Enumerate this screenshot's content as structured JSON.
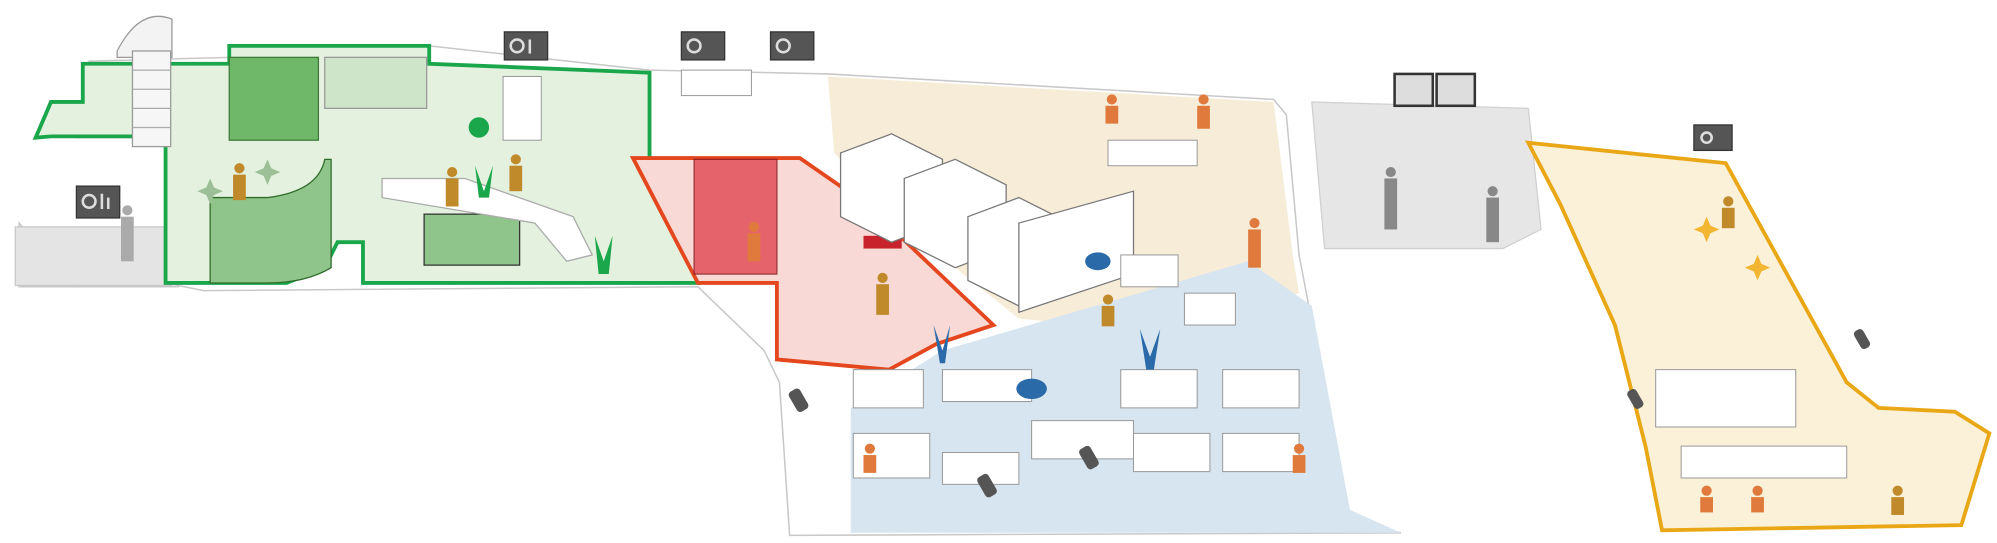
{
  "illustration": {
    "zones": [
      {
        "id": "lounge-zone",
        "color": "#1aa64b",
        "fill": "#e3f1de"
      },
      {
        "id": "presentation-zone",
        "color": "#e4461e",
        "fill": "#f8d9d6"
      },
      {
        "id": "workspace-zone",
        "color": "#7ea6cc",
        "fill": "#d7e5f1"
      },
      {
        "id": "cafe-zone",
        "color": "#f2e3c6",
        "fill": "#f7ecd8"
      },
      {
        "id": "reception-zone",
        "color": "#bdbdbd",
        "fill": "#e6e6e6"
      },
      {
        "id": "seminar-zone",
        "color": "#e9a715",
        "fill": "#fbf0d8"
      }
    ],
    "icons": [
      "monitor-chart-icon",
      "person-icon",
      "plant-icon",
      "spotlight-icon",
      "sparkle-icon"
    ]
  }
}
